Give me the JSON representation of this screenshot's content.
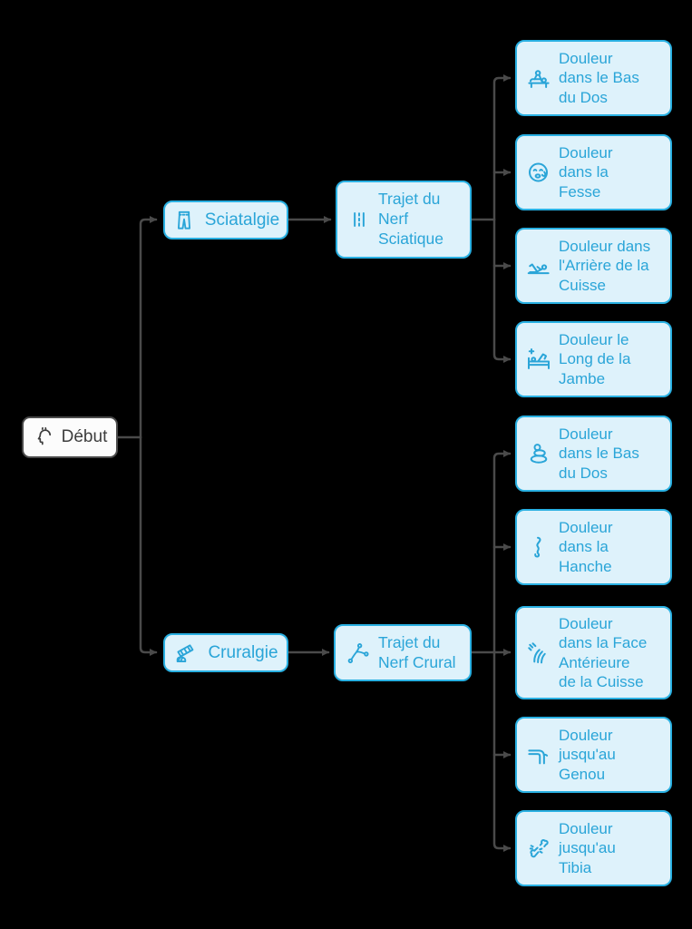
{
  "palette": {
    "background": "#000000",
    "node_fill": "#def2fb",
    "node_border": "#29b0e2",
    "node_text": "#2aa5d8",
    "root_fill": "#fcfcfc",
    "root_border": "#4a4a4a",
    "root_text": "#3d3d3d",
    "connector": "#4a4a4a"
  },
  "diagram": {
    "root": {
      "label": "Début",
      "icon": "thinking-head-icon"
    },
    "branches": [
      {
        "category": {
          "label": "Sciatalgie",
          "icon": "pants-icon"
        },
        "path_node": {
          "label": "Trajet du\nNerf\nSciatique",
          "icon": "route-lines-icon"
        },
        "leaves": [
          {
            "label": "Douleur\ndans le Bas\ndu Dos",
            "icon": "massage-icon"
          },
          {
            "label": "Douleur\ndans la\nFesse",
            "icon": "crying-face-icon"
          },
          {
            "label": "Douleur dans\nl'Arrière de la\nCuisse",
            "icon": "leg-stretch-icon"
          },
          {
            "label": "Douleur le\nLong de la\nJambe",
            "icon": "hospital-bed-icon"
          }
        ]
      },
      {
        "category": {
          "label": "Cruralgie",
          "icon": "bandaged-leg-icon"
        },
        "path_node": {
          "label": "Trajet du\nNerf Crural",
          "icon": "nerve-branch-icon"
        },
        "leaves": [
          {
            "label": "Douleur\ndans le Bas\ndu Dos",
            "icon": "zen-stones-icon"
          },
          {
            "label": "Douleur\ndans la\nHanche",
            "icon": "hip-bone-icon"
          },
          {
            "label": "Douleur\ndans la Face\nAntérieure\nde la Cuisse",
            "icon": "muscle-fibers-icon"
          },
          {
            "label": "Douleur\njusqu'au\nGenou",
            "icon": "knee-joint-icon"
          },
          {
            "label": "Douleur\njusqu'au\nTibia",
            "icon": "broken-bone-icon"
          }
        ]
      }
    ]
  }
}
